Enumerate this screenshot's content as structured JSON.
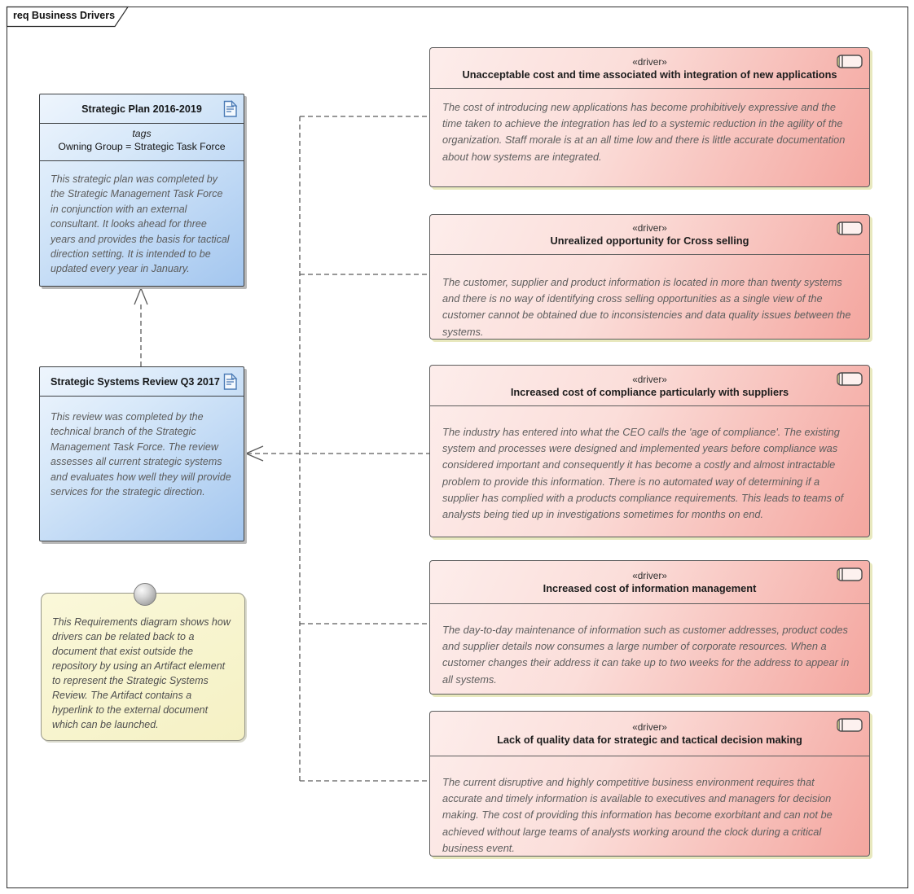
{
  "frame": {
    "label": "req Business Drivers"
  },
  "strategic_plan": {
    "title": "Strategic Plan 2016-2019",
    "tags_label": "tags",
    "tag_value": "Owning Group = Strategic Task Force",
    "description": "This strategic plan was completed by the Strategic Management Task Force in conjunction with an external consultant. It looks ahead for three years and provides the basis for tactical direction setting. It is intended to be updated every year in January."
  },
  "systems_review": {
    "title": "Strategic Systems Review Q3 2017",
    "description": "This review was completed by the technical branch of the Strategic Management Task Force. The review assesses all current strategic systems and evaluates how well they will provide services for the strategic direction."
  },
  "note": {
    "text": "This Requirements diagram shows how drivers can be related back to a document that exist outside the repository by using an Artifact element to represent the Strategic Systems Review. The Artifact contains a hyperlink to the external document which can be launched."
  },
  "drivers": [
    {
      "stereotype": "«driver»",
      "title": "Unacceptable cost and time associated with integration of new applications",
      "description": "The cost of introducing new applications has become prohibitively expressive and the time taken to achieve the integration has led to a systemic reduction in the agility of the organization. Staff morale is at an all time low and there is little accurate documentation about how systems are integrated."
    },
    {
      "stereotype": "«driver»",
      "title": "Unrealized opportunity for Cross selling",
      "description": "The customer, supplier and product information is located in more than twenty systems and there is no way of identifying cross selling opportunities as a single view of the customer cannot be obtained due to inconsistencies and data quality issues between the systems."
    },
    {
      "stereotype": "«driver»",
      "title": "Increased cost of compliance particularly with suppliers",
      "description": "The industry has entered into what the CEO calls the 'age of compliance'. The existing system and processes were designed and implemented years before compliance was considered important and consequently it has become a costly and almost intractable problem to provide this information. There is no automated way of determining if a supplier has complied with a products compliance requirements. This leads to teams of analysts being tied up in investigations sometimes for months on end."
    },
    {
      "stereotype": "«driver»",
      "title": "Increased cost of information management",
      "description": "The day-to-day maintenance of information such as customer addresses, product codes and supplier details now consumes a large number of corporate resources. When a customer changes their address it can take up to two weeks for the address to appear in all systems."
    },
    {
      "stereotype": "«driver»",
      "title": "Lack of quality data for strategic and tactical decision making",
      "description": "The current disruptive and highly competitive business environment requires that accurate and timely information is available to executives and managers for decision making. The cost of providing this information has become exorbitant and can not be achieved without large teams of analysts working around the clock during a critical business event."
    }
  ],
  "colors": {
    "artifact_fill_light": "#eef5fd",
    "artifact_fill_dark": "#a3c6ef",
    "artifact_border": "#3e4144",
    "driver_fill_light": "#fdedeb",
    "driver_fill_dark": "#f4a69f",
    "driver_border": "#5c5c5c",
    "driver_shadow": "#e8e8bd",
    "note_fill": "#f7f3c9",
    "connector": "#5a5a5a",
    "body_text": "#5e5e5e"
  }
}
